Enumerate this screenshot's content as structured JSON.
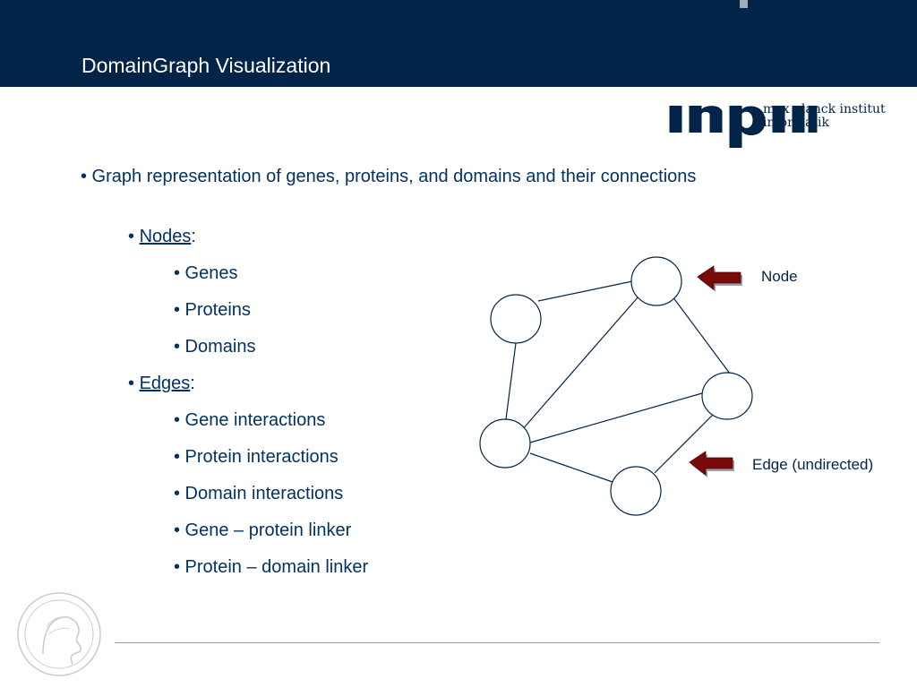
{
  "header": {
    "title": "DomainGraph Visualization"
  },
  "logo": {
    "line1": "max planck institut",
    "line2": "informatik"
  },
  "content": {
    "main_bullet": "• Graph representation of genes, proteins, and domains and their connections",
    "nodes_heading": "Nodes",
    "nodes_items": [
      "• Genes",
      "• Proteins",
      "• Domains"
    ],
    "edges_heading": "Edges",
    "edges_items": [
      "• Gene interactions",
      "• Protein interactions",
      "• Domain interactions",
      "• Gene – protein linker",
      "• Protein – domain linker"
    ]
  },
  "diagram": {
    "node_label": "Node",
    "edge_label": "Edge (undirected)",
    "nodes": [
      "n1",
      "n2",
      "n3",
      "n4",
      "n5"
    ],
    "edges": [
      [
        "n2",
        "n1"
      ],
      [
        "n1",
        "n3"
      ],
      [
        "n1",
        "n4"
      ],
      [
        "n2",
        "n4"
      ],
      [
        "n4",
        "n3"
      ],
      [
        "n4",
        "n5"
      ],
      [
        "n5",
        "n3"
      ]
    ]
  },
  "colors": {
    "header_bg": "#032449",
    "text": "#033263",
    "arrow": "#7a0a0a"
  }
}
